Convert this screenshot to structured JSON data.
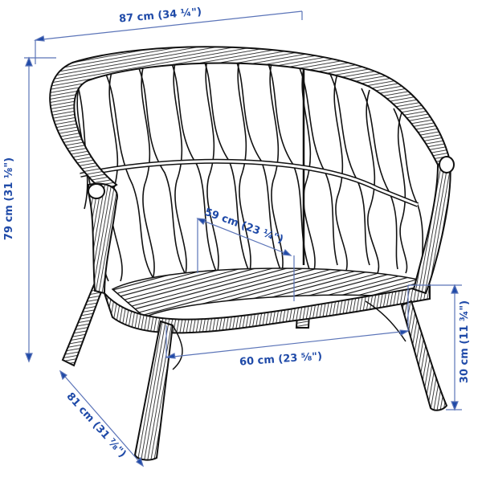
{
  "diagram": {
    "subject": "Rattan armchair with dimensions",
    "colors": {
      "line": "#111111",
      "dimension": "#1f4aa8",
      "dimension_line": "#5b74b8",
      "background": "#ffffff"
    },
    "dimensions": {
      "width": {
        "label": "87 cm (34 ¼\")",
        "value_cm": 87,
        "value_in": "34 ¼"
      },
      "height": {
        "label": "79 cm (31 ⅛\")",
        "value_cm": 79,
        "value_in": "31 ⅛"
      },
      "seat_depth": {
        "label": "59 cm (23 ¼\")",
        "value_cm": 59,
        "value_in": "23 ¼"
      },
      "seat_width": {
        "label": "60 cm (23 ⅝\")",
        "value_cm": 60,
        "value_in": "23 ⅝"
      },
      "seat_height": {
        "label": "30 cm (11 ¾\")",
        "value_cm": 30,
        "value_in": "11 ¾"
      },
      "depth": {
        "label": "81 cm (31 ⅞\")",
        "value_cm": 81,
        "value_in": "31 ⅞"
      }
    }
  }
}
